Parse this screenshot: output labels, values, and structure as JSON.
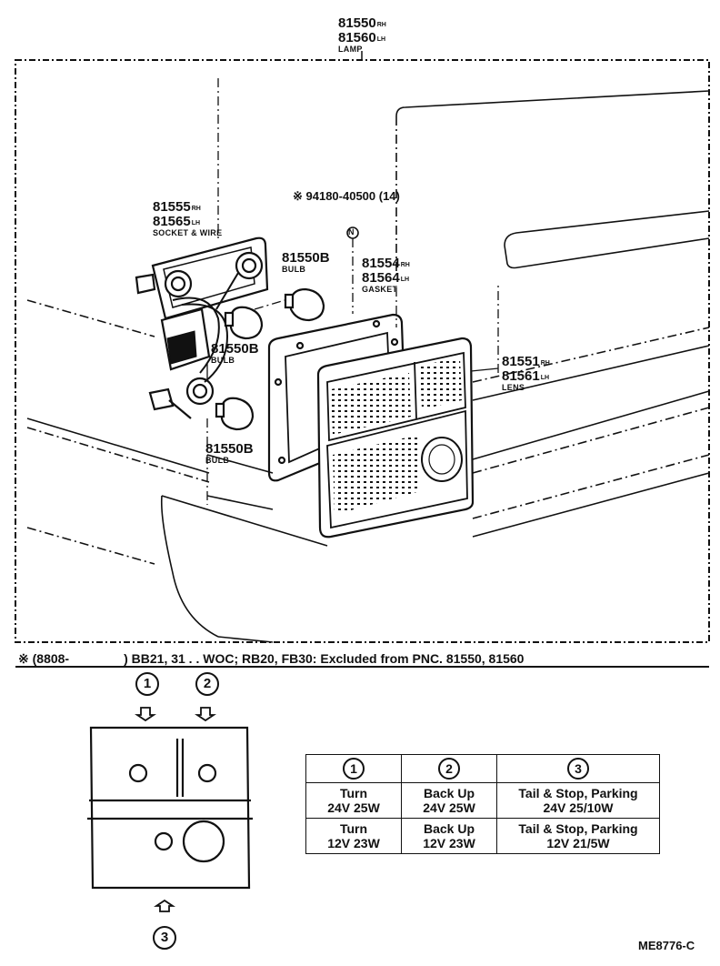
{
  "labels": {
    "lamp": {
      "pn_rh": "81550",
      "rh": "RH",
      "pn_lh": "81560",
      "lh": "LH",
      "name": "LAMP"
    },
    "socket": {
      "pn_rh": "81555",
      "rh": "RH",
      "pn_lh": "81565",
      "lh": "LH",
      "name": "SOCKET & WIRE"
    },
    "screw": {
      "text": "※ 94180-40500 (14)",
      "marker": "N"
    },
    "bulb_top": {
      "pn": "81550B",
      "name": "BULB"
    },
    "bulb_mid": {
      "pn": "81550B",
      "name": "BULB"
    },
    "bulb_bottom": {
      "pn": "81550B",
      "name": "BULB"
    },
    "gasket": {
      "pn_rh": "81554",
      "rh": "RH",
      "pn_lh": "81564",
      "lh": "LH",
      "name": "GASKET"
    },
    "lens": {
      "pn_rh": "81551",
      "rh": "RH",
      "pn_lh": "81561",
      "lh": "LH",
      "name": "LENS"
    }
  },
  "footnote": {
    "mark": "※",
    "date_from": "(8808-",
    "text": ") BB21, 31 . . WOC; RB20, FB30: Excluded from PNC. 81550, 81560"
  },
  "callouts": {
    "c1": "1",
    "c2": "2",
    "c3": "3"
  },
  "table": {
    "headers": [
      "1",
      "2",
      "3"
    ],
    "rows": [
      [
        "Turn",
        "24V 25W",
        "Back Up",
        "24V 25W",
        "Tail & Stop, Parking",
        "24V 25/10W"
      ],
      [
        "Turn",
        "12V 23W",
        "Back Up",
        "12V 23W",
        "Tail & Stop, Parking",
        "12V 21/5W"
      ]
    ]
  },
  "drawing_code": "ME8776-C"
}
